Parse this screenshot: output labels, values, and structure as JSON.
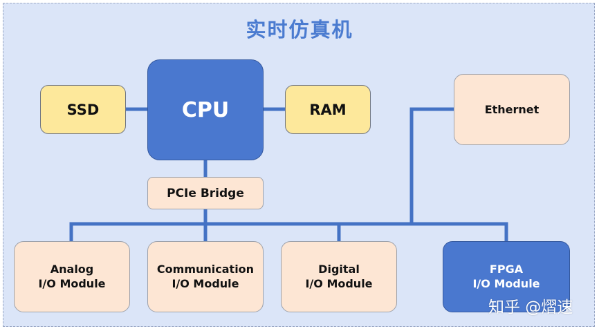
{
  "title": "实时仿真机",
  "nodes": {
    "cpu": "CPU",
    "ssd": "SSD",
    "ram": "RAM",
    "pcie": "PCIe Bridge",
    "ethernet": "Ethernet",
    "analog": [
      "Analog",
      "I/O Module"
    ],
    "communication": [
      "Communication",
      "I/O Module"
    ],
    "digital": [
      "Digital",
      "I/O Module"
    ],
    "fpga": [
      "FPGA",
      "I/O Module"
    ]
  },
  "watermark": "知乎 @熠速",
  "colors": {
    "wire": "#4472c4",
    "title": "#4a7bd0",
    "cpu_fill": "#4a78cf",
    "yellow_fill": "#fde89b",
    "peach_fill": "#fde6d4",
    "background": "#dbe5f8"
  }
}
